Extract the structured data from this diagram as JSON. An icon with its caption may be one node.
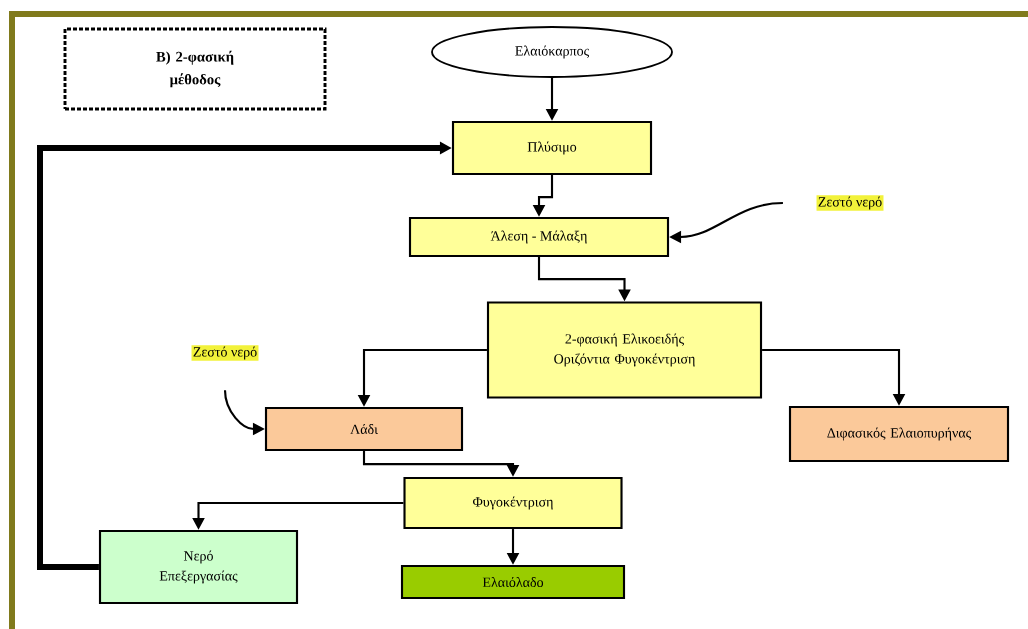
{
  "diagram": {
    "nodes": [
      {
        "text": [
          "Β) 2-φασική μέθοδος"
        ]
      },
      {
        "text": [
          "Ελαιόκαρπος"
        ]
      },
      {
        "text": [
          "Πλύσιμο"
        ]
      },
      {
        "text": [
          "Ζεστό νερό"
        ]
      },
      {
        "text": [
          "Άλεση - Μάλαξη"
        ]
      },
      {
        "text": [
          "2-φασική Ελικοειδής Οριζόντια Φυγοκέντριση"
        ]
      },
      {
        "text": [
          "Ζεστό νερό"
        ]
      },
      {
        "text": [
          "Λάδι"
        ]
      },
      {
        "text": [
          "Διφασικός Ελαιοπυρήνας"
        ]
      },
      {
        "text": [
          "Φυγοκέντριση"
        ]
      },
      {
        "text": [
          "Νερό Επεξεργασίας"
        ]
      },
      {
        "text": [
          "Ελαιόλαδο"
        ]
      }
    ],
    "edges": [
      {
        "from": 1,
        "to": 2,
        "arrow": "to"
      },
      {
        "from": 2,
        "to": 4,
        "arrow": "to"
      },
      {
        "from": 3,
        "to": 4,
        "arrow": "to"
      },
      {
        "from": 4,
        "to": 5,
        "arrow": "to"
      },
      {
        "from": 5,
        "to": 7,
        "arrow": "to"
      },
      {
        "from": 5,
        "to": 8,
        "arrow": "to"
      },
      {
        "from": 6,
        "to": 7,
        "arrow": "to"
      },
      {
        "from": 7,
        "to": 9,
        "arrow": "to"
      },
      {
        "from": 9,
        "to": 10,
        "arrow": "to"
      },
      {
        "from": 9,
        "to": 11,
        "arrow": "to"
      },
      {
        "from": 10,
        "to": 2,
        "arrow": "to",
        "style": "thick"
      }
    ]
  }
}
